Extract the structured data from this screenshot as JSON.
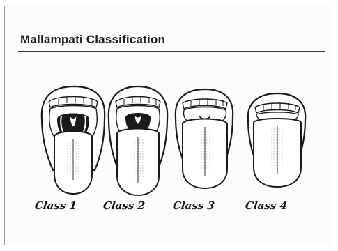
{
  "title": "Mallampati Classification",
  "classes": [
    {
      "label": "Class 1",
      "visible": "soft palate, fauces, uvula, pillars"
    },
    {
      "label": "Class 2",
      "visible": "soft palate, fauces, uvula"
    },
    {
      "label": "Class 3",
      "visible": "soft palate, base of uvula"
    },
    {
      "label": "Class 4",
      "visible": "hard palate only"
    }
  ],
  "colors": {
    "ink": "#1e1e1e",
    "throat": "#1a1a1a",
    "border": "#9a9a9a"
  }
}
